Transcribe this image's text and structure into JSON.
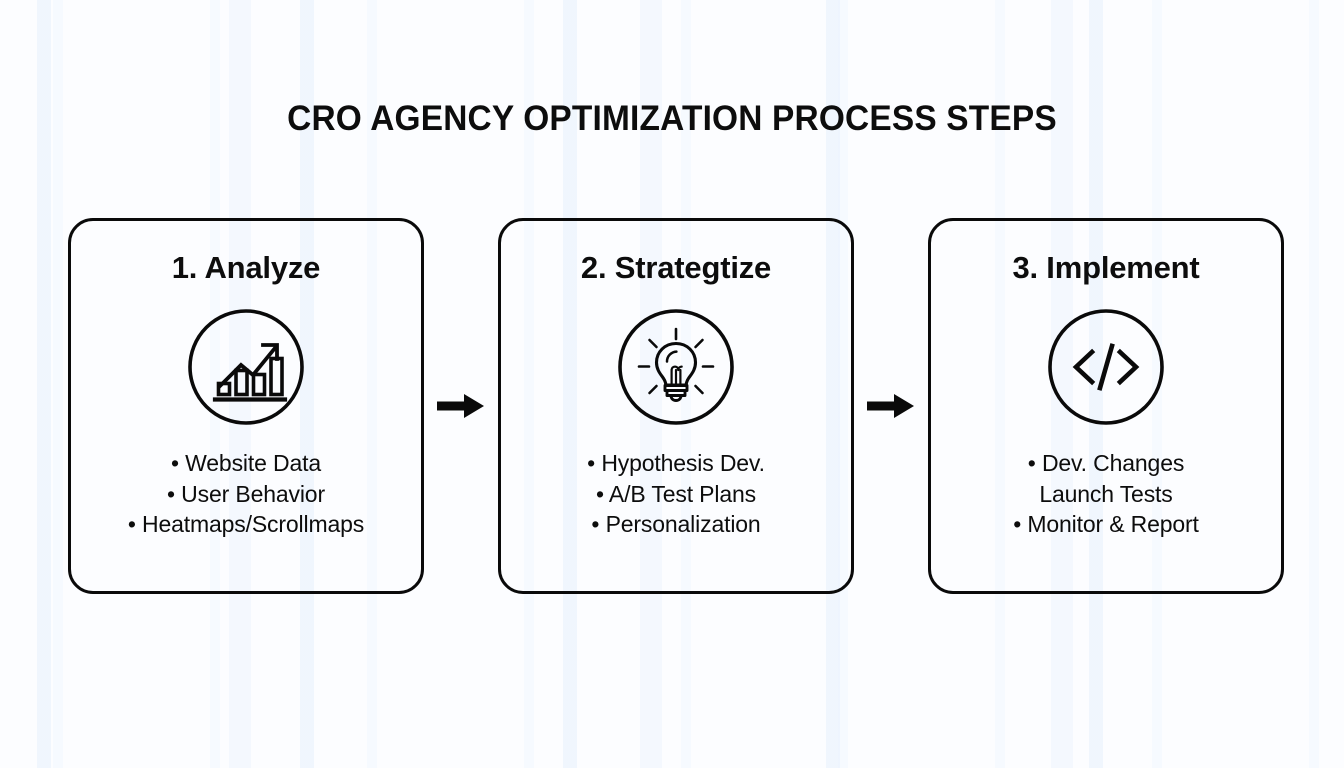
{
  "page": {
    "title": "CRO AGENCY OPTIMIZATION PROCESS STEPS",
    "background_color": "#fcfdff",
    "ink_color": "#0a0a0a"
  },
  "flow": {
    "connector_1": {
      "icon": "arrow-right-icon"
    },
    "connector_2": {
      "icon": "arrow-right-icon"
    },
    "steps": [
      {
        "title": "1. Analyze",
        "icon": "bar-chart-growth-icon",
        "bullets": [
          "• Website Data",
          "• User Behavior",
          "• Heatmaps/Scrollmaps"
        ]
      },
      {
        "title": "2. Strategtize",
        "icon": "lightbulb-idea-icon",
        "bullets": [
          "• Hypothesis Dev.",
          "• A/B Test Plans",
          "• Personalization"
        ]
      },
      {
        "title": "3. Implement",
        "icon": "code-brackets-icon",
        "bullets": [
          "• Dev. Changes",
          "Launch Tests",
          "• Monitor & Report"
        ]
      }
    ]
  }
}
